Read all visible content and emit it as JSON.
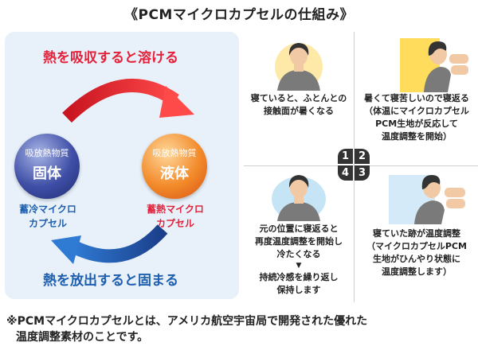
{
  "title": "《PCMマイクロカプセルの仕組み》",
  "cycle": {
    "melt_label": "熱を吸収すると溶ける",
    "solid_label": "熱を放出すると固まる",
    "solid_circle": {
      "sub": "吸放熱物質",
      "main": "固体"
    },
    "liquid_circle": {
      "sub": "吸放熱物質",
      "main": "液体"
    },
    "cold_capsule": [
      "蓄冷マイクロ",
      "カプセル"
    ],
    "heat_capsule": [
      "蓄熱マイクロ",
      "カプセル"
    ],
    "colors": {
      "red": "#e4213a",
      "blue": "#1d5fae",
      "solid": "#3f4fa6",
      "liquid": "#f28a2a"
    }
  },
  "quadrants": {
    "q1": [
      "寝ていると、ふとんとの",
      "接触面が暑くなる"
    ],
    "q2": [
      "暑くて寝苦しいので寝返る",
      "（体温にマイクロカプセル",
      "PCM生地が反応して",
      "温度調整を開始）"
    ],
    "q3": [
      "寝ていた跡が温度調整",
      "（マイクロカプセルPCM",
      "生地がひんやり状態に",
      "温度調整します）"
    ],
    "q4": [
      "元の位置に寝返ると",
      "再度温度調整を開始し",
      "冷たくなる",
      "▼",
      "持続冷感を繰り返し",
      "保持します"
    ],
    "numbers": [
      "1",
      "2",
      "3",
      "4"
    ]
  },
  "footnote": [
    "※PCMマイクロカプセルとは、アメリカ航空宇宙局で開発された優れた",
    "温度調整素材のことです。"
  ]
}
